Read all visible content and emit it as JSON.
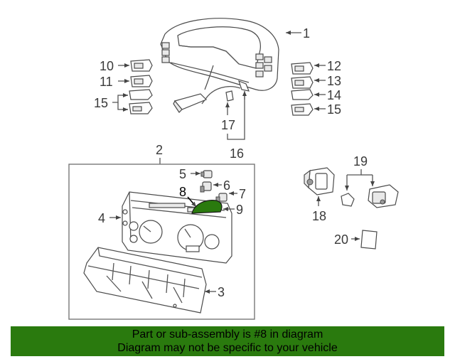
{
  "callouts": {
    "c1": "1",
    "c2": "2",
    "c3": "3",
    "c4": "4",
    "c5": "5",
    "c6": "6",
    "c7": "7",
    "c8": "8",
    "c9": "9",
    "c10": "10",
    "c11": "11",
    "c12": "12",
    "c13": "13",
    "c14": "14",
    "c15a": "15",
    "c15b": "15",
    "c16": "16",
    "c17": "17",
    "c18": "18",
    "c19": "19",
    "c20": "20"
  },
  "highlight": {
    "part": "8",
    "color": "#2a7a0e"
  },
  "banner": {
    "line1": "Part or sub-assembly is #8 in diagram",
    "line2": "Diagram may not be specific to your vehicle",
    "color": "#2a7a0e"
  }
}
